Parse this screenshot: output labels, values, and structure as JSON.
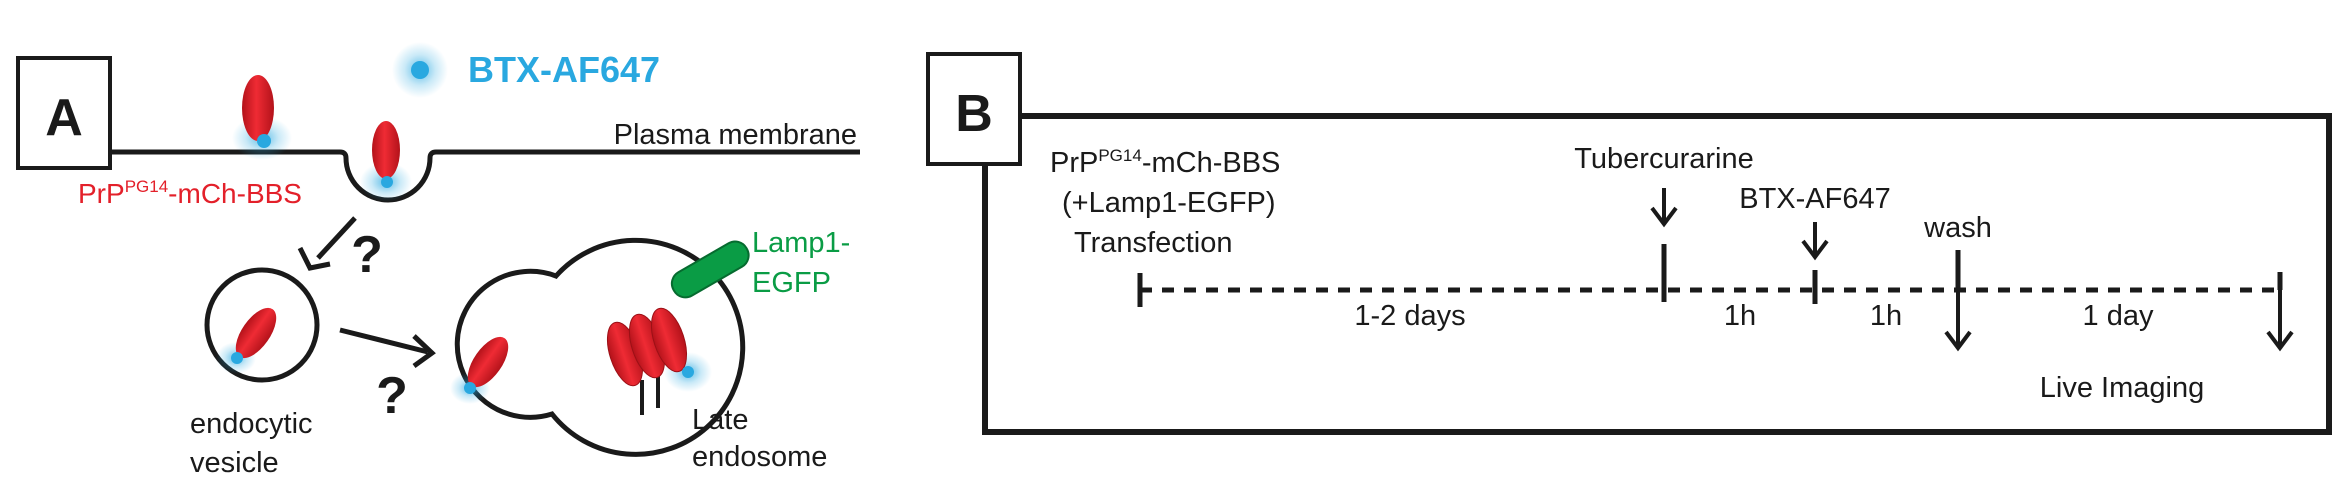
{
  "panel_a": {
    "letter": "A",
    "btx_label": "BTX-AF647",
    "membrane_label": "Plasma membrane",
    "prp_label": {
      "base": "PrP",
      "sup": "PG14",
      "rest": "-mCh-BBS"
    },
    "lamp1_label": {
      "line1": "Lamp1-",
      "line2": "EGFP"
    },
    "question_mark": "?",
    "vesicle_label": {
      "line1": "endocytic",
      "line2": "vesicle"
    },
    "endosome_label": {
      "line1": "Late",
      "line2": "endosome"
    },
    "colors": {
      "prp_red": "#e3202a",
      "btx_blue": "#29a8e0",
      "lamp1_green": "#0a9c45",
      "line_black": "#1a1a1a"
    }
  },
  "panel_b": {
    "letter": "B",
    "event1": {
      "line1_base": "PrP",
      "line1_sup": "PG14",
      "line1_rest": "-mCh-BBS",
      "line2": "(+Lamp1-EGFP)",
      "line3": "Transfection"
    },
    "event2": "Tubercurarine",
    "event3": "BTX-AF647",
    "event4": "wash",
    "interval1": "1-2 days",
    "interval2": "1h",
    "interval3": "1h",
    "interval4": "1 day",
    "live_imaging": "Live Imaging"
  }
}
